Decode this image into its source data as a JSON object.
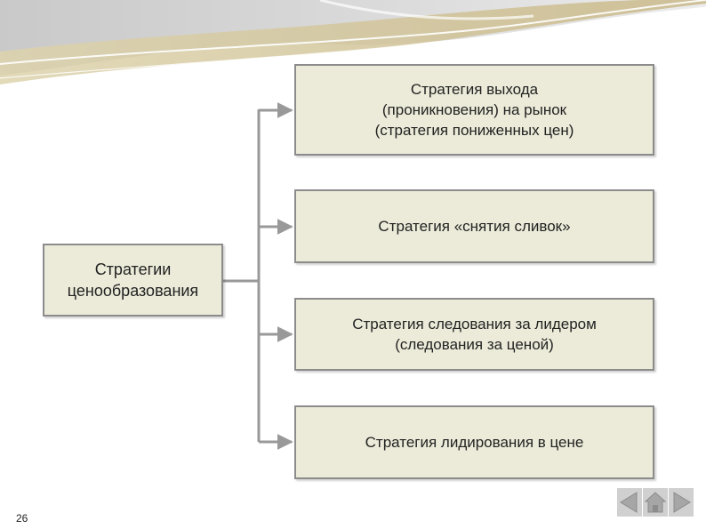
{
  "diagram": {
    "root": {
      "label": "Стратегии\nценообразования"
    },
    "children": [
      {
        "label": "Стратегия выхода\n(проникновения) на рынок\n(стратегия пониженных цен)"
      },
      {
        "label": "Стратегия «снятия сливок»"
      },
      {
        "label": "Стратегия следования за лидером\n(следования за ценой)"
      },
      {
        "label": "Стратегия лидирования в цене"
      }
    ]
  },
  "footer": {
    "page_number": "26"
  },
  "navigation": {
    "prev_icon": "arrow-left-icon",
    "home_icon": "home-icon",
    "next_icon": "arrow-right-icon"
  },
  "colors": {
    "box_fill": "#ecebd9",
    "box_border": "#8c8c8c",
    "connector": "#999999",
    "header_accent": "#c9b98a",
    "nav_button": "#b3b3b3"
  }
}
